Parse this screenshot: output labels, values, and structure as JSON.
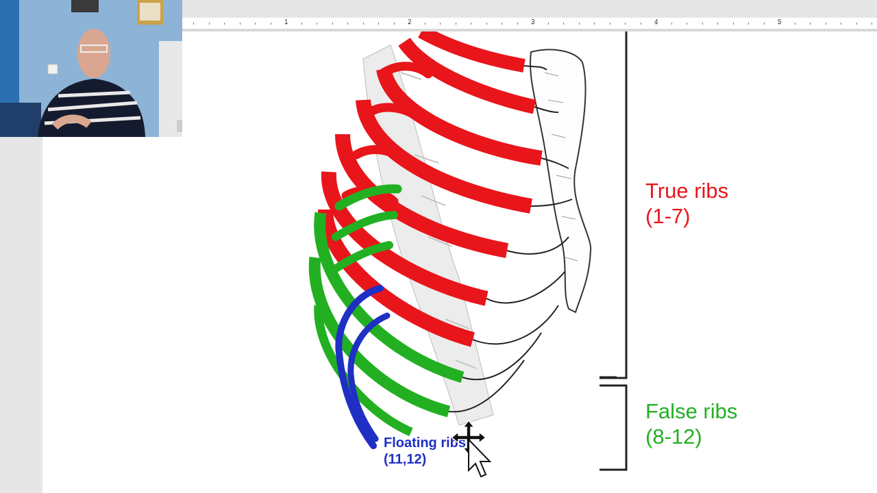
{
  "ruler": {
    "numbers": [
      "1",
      "2",
      "3",
      "4",
      "5"
    ]
  },
  "slide": {
    "true_ribs": {
      "title": "True ribs",
      "range": "(1-7)"
    },
    "false_ribs": {
      "title": "False ribs",
      "range": "(8-12)"
    },
    "floating_ribs": {
      "title": "Floating ribs",
      "range": "(11,12)"
    }
  },
  "colors": {
    "true": "#e8151b",
    "false": "#22b022",
    "floating": "#1f2fc4",
    "bracket": "#222222"
  },
  "icons": [
    "move-cursor-icon",
    "arrow-cursor-icon"
  ]
}
